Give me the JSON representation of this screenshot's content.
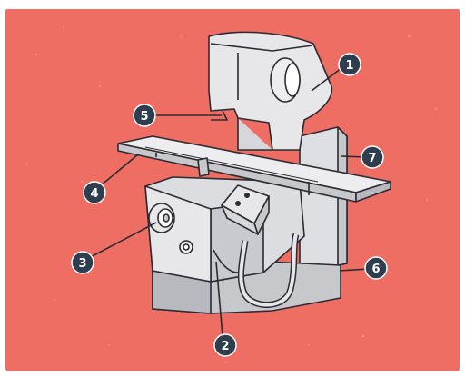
{
  "colors": {
    "background": "#ee6e63",
    "machine_fill": "#e7e7e9",
    "machine_shade": "#c7c8cc",
    "outline": "#2b2b33",
    "badge": "#2e3e4e",
    "leader": "#2b2b33"
  },
  "callouts": [
    {
      "number": "1"
    },
    {
      "number": "2"
    },
    {
      "number": "3"
    },
    {
      "number": "4"
    },
    {
      "number": "5"
    },
    {
      "number": "6"
    },
    {
      "number": "7"
    }
  ]
}
